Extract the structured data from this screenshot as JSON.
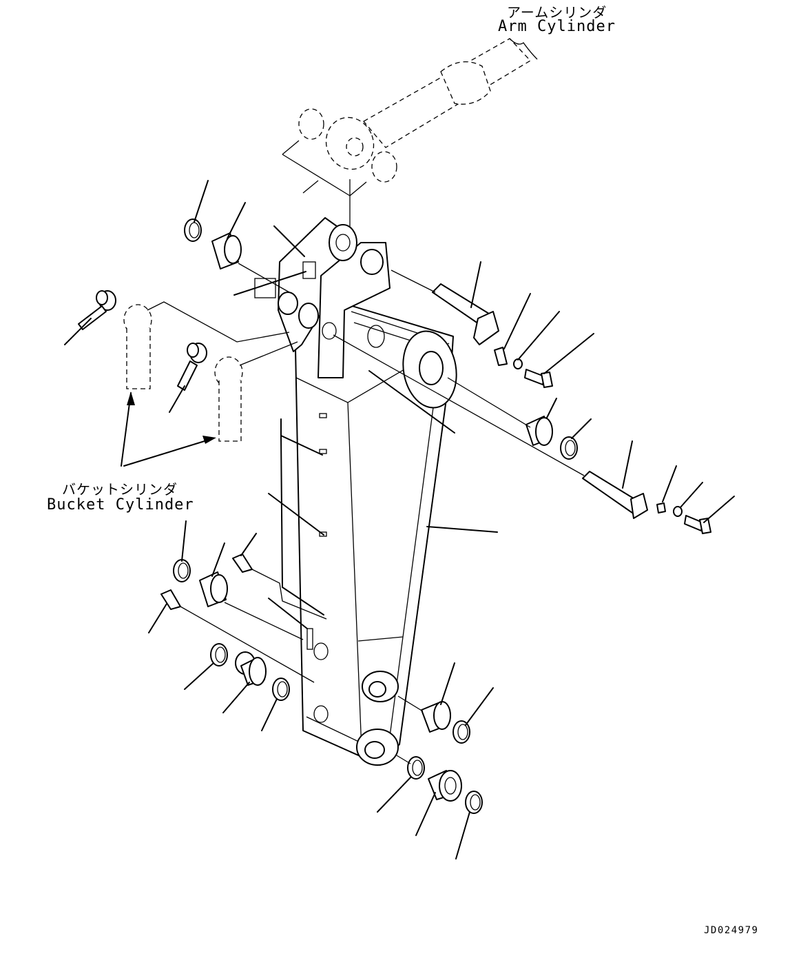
{
  "labels": {
    "arm_cylinder_jp": "アームシリンダ",
    "arm_cylinder_en": "Arm Cylinder",
    "bucket_cylinder_jp": "バケットシリンダ",
    "bucket_cylinder_en": "Bucket Cylinder",
    "drawing_id": "JD024979"
  }
}
